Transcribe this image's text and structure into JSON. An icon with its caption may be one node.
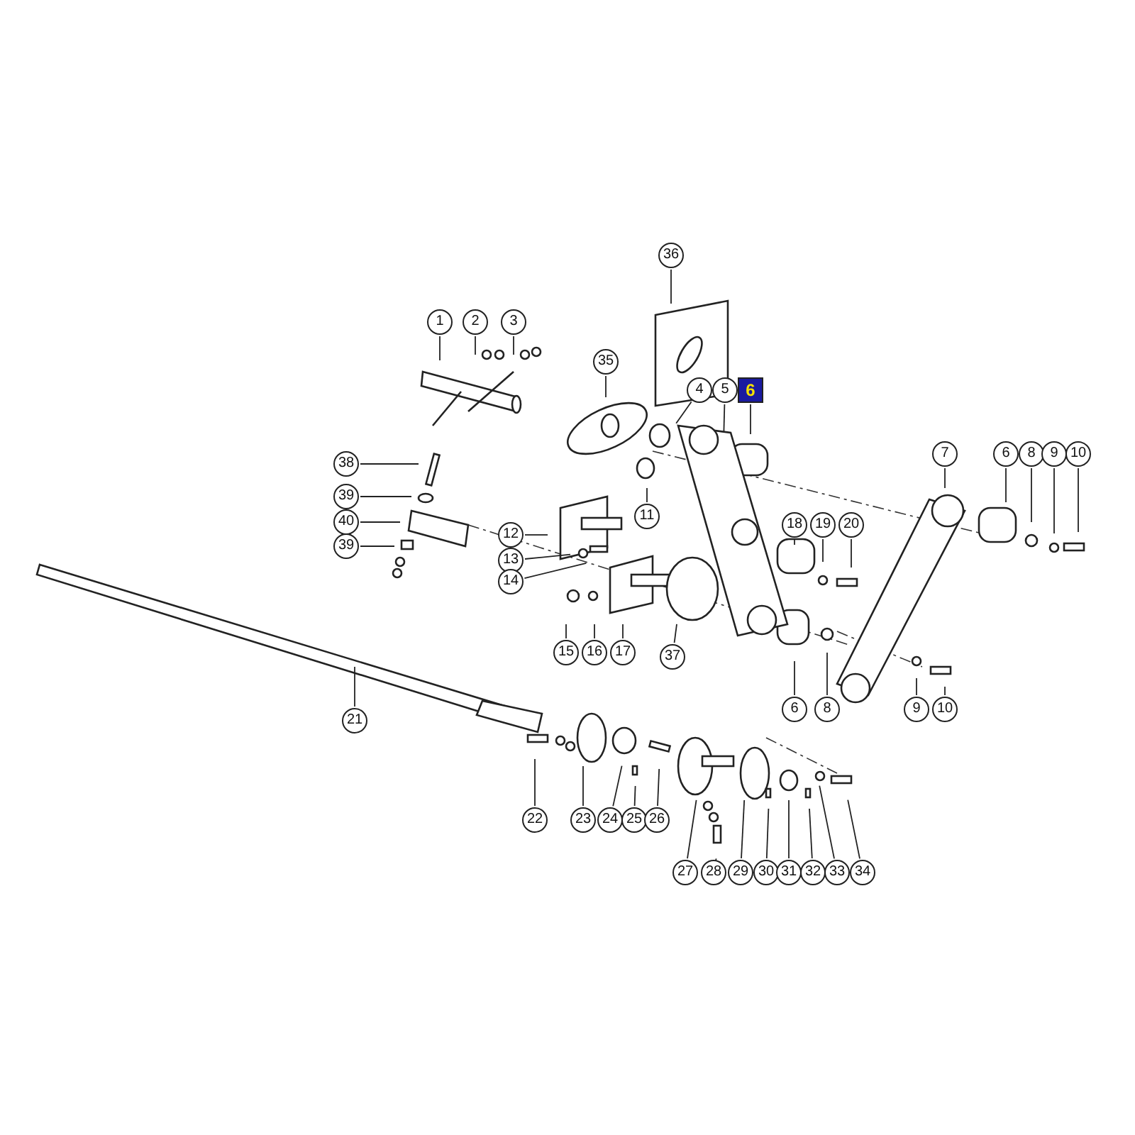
{
  "diagram": {
    "nodes": [
      {
        "text": [
          "1"
        ]
      },
      {
        "text": [
          "2"
        ]
      },
      {
        "text": [
          "3"
        ]
      },
      {
        "text": [
          "36"
        ]
      },
      {
        "text": [
          "35"
        ]
      },
      {
        "text": [
          "4"
        ]
      },
      {
        "text": [
          "5"
        ]
      },
      {
        "text": [
          "6"
        ]
      },
      {
        "text": [
          "7"
        ]
      },
      {
        "text": [
          "6"
        ]
      },
      {
        "text": [
          "8"
        ]
      },
      {
        "text": [
          "9"
        ]
      },
      {
        "text": [
          "10"
        ]
      },
      {
        "text": [
          "38"
        ]
      },
      {
        "text": [
          "11"
        ]
      },
      {
        "text": [
          "39"
        ]
      },
      {
        "text": [
          "18"
        ]
      },
      {
        "text": [
          "19"
        ]
      },
      {
        "text": [
          "20"
        ]
      },
      {
        "text": [
          "40"
        ]
      },
      {
        "text": [
          "12"
        ]
      },
      {
        "text": [
          "39"
        ]
      },
      {
        "text": [
          "13"
        ]
      },
      {
        "text": [
          "14"
        ]
      },
      {
        "text": [
          "15"
        ]
      },
      {
        "text": [
          "16"
        ]
      },
      {
        "text": [
          "17"
        ]
      },
      {
        "text": [
          "37"
        ]
      },
      {
        "text": [
          "6"
        ]
      },
      {
        "text": [
          "8"
        ]
      },
      {
        "text": [
          "9"
        ]
      },
      {
        "text": [
          "10"
        ]
      },
      {
        "text": [
          "21"
        ]
      },
      {
        "text": [
          "22"
        ]
      },
      {
        "text": [
          "23"
        ]
      },
      {
        "text": [
          "24"
        ]
      },
      {
        "text": [
          "25"
        ]
      },
      {
        "text": [
          "26"
        ]
      },
      {
        "text": [
          "27"
        ]
      },
      {
        "text": [
          "28"
        ]
      },
      {
        "text": [
          "29"
        ]
      },
      {
        "text": [
          "30"
        ]
      },
      {
        "text": [
          "31"
        ]
      },
      {
        "text": [
          "32"
        ]
      },
      {
        "text": [
          "33"
        ]
      },
      {
        "text": [
          "34"
        ]
      }
    ],
    "edges": [
      {
        "from": 0,
        "to": null,
        "arrow": "none"
      },
      {
        "from": 1,
        "to": null,
        "arrow": "none"
      },
      {
        "from": 2,
        "to": null,
        "arrow": "none"
      },
      {
        "from": 3,
        "to": null,
        "arrow": "none"
      },
      {
        "from": 4,
        "to": null,
        "arrow": "none"
      },
      {
        "from": 5,
        "to": null,
        "arrow": "none"
      },
      {
        "from": 6,
        "to": null,
        "arrow": "none"
      },
      {
        "from": 7,
        "to": null,
        "arrow": "none"
      },
      {
        "from": 8,
        "to": null,
        "arrow": "none"
      },
      {
        "from": 9,
        "to": null,
        "arrow": "none"
      },
      {
        "from": 10,
        "to": null,
        "arrow": "none"
      },
      {
        "from": 11,
        "to": null,
        "arrow": "none"
      },
      {
        "from": 12,
        "to": null,
        "arrow": "none"
      },
      {
        "from": 13,
        "to": null,
        "arrow": "none"
      },
      {
        "from": 14,
        "to": null,
        "arrow": "none"
      },
      {
        "from": 15,
        "to": null,
        "arrow": "none"
      },
      {
        "from": 16,
        "to": null,
        "arrow": "none"
      },
      {
        "from": 17,
        "to": null,
        "arrow": "none"
      },
      {
        "from": 18,
        "to": null,
        "arrow": "none"
      },
      {
        "from": 19,
        "to": null,
        "arrow": "none"
      },
      {
        "from": 20,
        "to": null,
        "arrow": "none"
      },
      {
        "from": 21,
        "to": null,
        "arrow": "none"
      },
      {
        "from": 22,
        "to": null,
        "arrow": "none"
      },
      {
        "from": 23,
        "to": null,
        "arrow": "none"
      },
      {
        "from": 24,
        "to": null,
        "arrow": "none"
      },
      {
        "from": 25,
        "to": null,
        "arrow": "none"
      },
      {
        "from": 26,
        "to": null,
        "arrow": "none"
      },
      {
        "from": 27,
        "to": null,
        "arrow": "none"
      },
      {
        "from": 28,
        "to": null,
        "arrow": "none"
      },
      {
        "from": 29,
        "to": null,
        "arrow": "none"
      },
      {
        "from": 30,
        "to": null,
        "arrow": "none"
      },
      {
        "from": 31,
        "to": null,
        "arrow": "none"
      },
      {
        "from": 32,
        "to": null,
        "arrow": "none"
      },
      {
        "from": 33,
        "to": null,
        "arrow": "none"
      },
      {
        "from": 34,
        "to": null,
        "arrow": "none"
      },
      {
        "from": 35,
        "to": null,
        "arrow": "none"
      },
      {
        "from": 36,
        "to": null,
        "arrow": "none"
      },
      {
        "from": 37,
        "to": null,
        "arrow": "none"
      },
      {
        "from": 38,
        "to": null,
        "arrow": "none"
      },
      {
        "from": 39,
        "to": null,
        "arrow": "none"
      },
      {
        "from": 40,
        "to": null,
        "arrow": "none"
      },
      {
        "from": 41,
        "to": null,
        "arrow": "none"
      },
      {
        "from": 42,
        "to": null,
        "arrow": "none"
      },
      {
        "from": 43,
        "to": null,
        "arrow": "none"
      },
      {
        "from": 44,
        "to": null,
        "arrow": "none"
      },
      {
        "from": 45,
        "to": null,
        "arrow": "none"
      }
    ]
  }
}
